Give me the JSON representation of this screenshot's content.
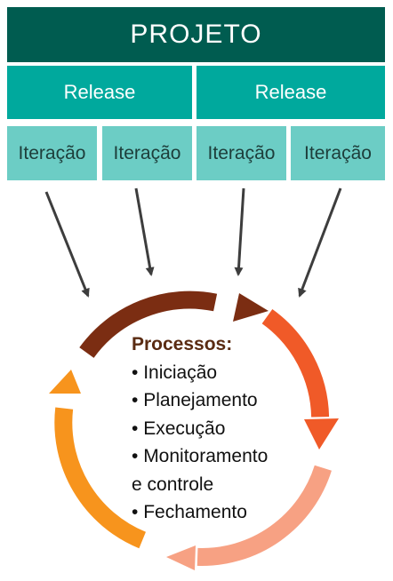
{
  "project": {
    "label": "PROJETO",
    "color": "#005c50"
  },
  "releases": [
    {
      "label": "Release"
    },
    {
      "label": "Release"
    }
  ],
  "iterations": [
    {
      "label": "Iteração"
    },
    {
      "label": "Iteração"
    },
    {
      "label": "Iteração"
    },
    {
      "label": "Iteração"
    }
  ],
  "process": {
    "title": "Processos:",
    "items": [
      "Iniciação",
      "Planejamento",
      "Execução",
      "Monitoramento",
      "e controle",
      "Fechamento"
    ]
  },
  "colors": {
    "release": "#00a99d",
    "iteration": "#6ccdc5",
    "cycle_arrows": [
      "#7b2d12",
      "#f05a28",
      "#f7a183",
      "#f7941d"
    ]
  }
}
